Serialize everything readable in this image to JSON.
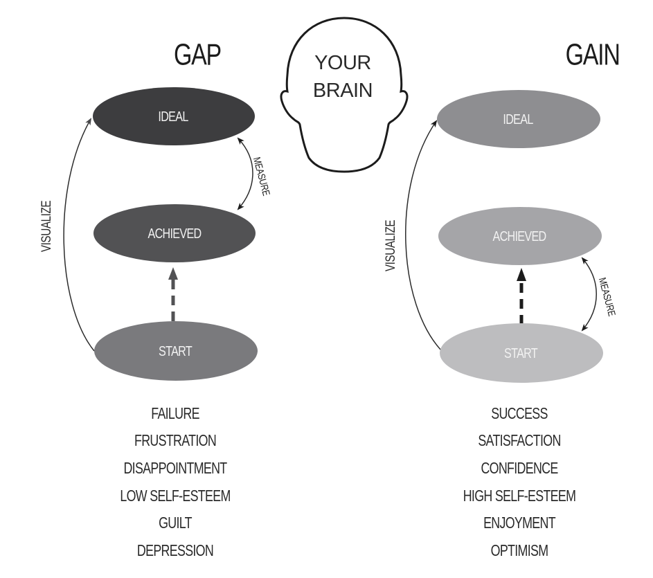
{
  "head": {
    "line1": "YOUR",
    "line2": "BRAIN"
  },
  "panels": [
    {
      "title": "GAP",
      "nodes": {
        "ideal": {
          "label": "IDEAL",
          "color": "#3d3d3f"
        },
        "achieved": {
          "label": "ACHIEVED",
          "color": "#525254"
        },
        "start": {
          "label": "START",
          "color": "#7a7a7d"
        }
      },
      "visualize_label": "VISUALIZE",
      "measure_label": "MEASURE",
      "measure_between": [
        "IDEAL",
        "ACHIEVED"
      ],
      "progress_arrow_color": "#525254",
      "feelings": [
        "FAILURE",
        "FRUSTRATION",
        "DISAPPOINTMENT",
        "LOW SELF-ESTEEM",
        "GUILT",
        "DEPRESSION"
      ]
    },
    {
      "title": "GAIN",
      "nodes": {
        "ideal": {
          "label": "IDEAL",
          "color": "#8e8e91"
        },
        "achieved": {
          "label": "ACHIEVED",
          "color": "#a5a5a8"
        },
        "start": {
          "label": "START",
          "color": "#bdbdbf"
        }
      },
      "visualize_label": "VISUALIZE",
      "measure_label": "MEASURE",
      "measure_between": [
        "ACHIEVED",
        "START"
      ],
      "progress_arrow_color": "#1c1c1c",
      "feelings": [
        "SUCCESS",
        "SATISFACTION",
        "CONFIDENCE",
        "HIGH SELF-ESTEEM",
        "ENJOYMENT",
        "OPTIMISM"
      ]
    }
  ]
}
